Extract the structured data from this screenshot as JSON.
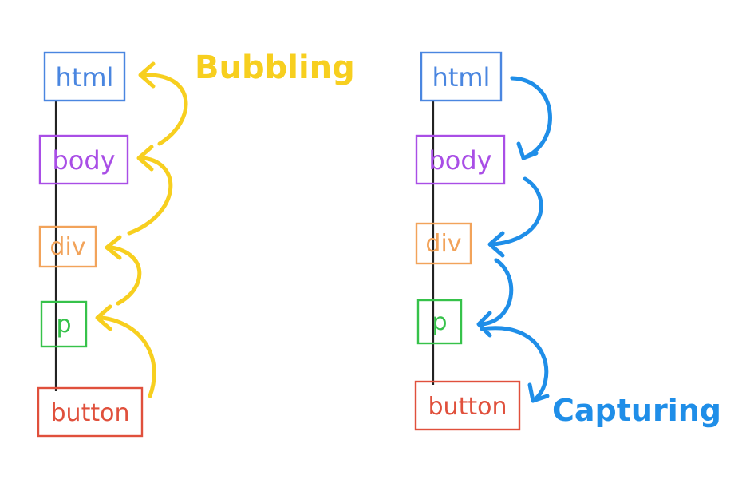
{
  "colors": {
    "html": "#4a86e0",
    "body": "#a94ee6",
    "div": "#f2a35a",
    "p": "#36c24a",
    "button": "#e0503c",
    "bubbling": "#f7cf1f",
    "capturing": "#1f8ee8",
    "connector": "#222222"
  },
  "bubbling": {
    "title": "Bubbling",
    "nodes": [
      {
        "key": "html",
        "label": "html",
        "color_key": "html"
      },
      {
        "key": "body",
        "label": "body",
        "color_key": "body"
      },
      {
        "key": "div",
        "label": "div",
        "color_key": "div"
      },
      {
        "key": "p",
        "label": "p",
        "color_key": "p"
      },
      {
        "key": "button",
        "label": "button",
        "color_key": "button"
      }
    ]
  },
  "capturing": {
    "title": "Capturing",
    "nodes": [
      {
        "key": "html",
        "label": "html",
        "color_key": "html"
      },
      {
        "key": "body",
        "label": "body",
        "color_key": "body"
      },
      {
        "key": "div",
        "label": "div",
        "color_key": "div"
      },
      {
        "key": "p",
        "label": "p",
        "color_key": "p"
      },
      {
        "key": "button",
        "label": "button",
        "color_key": "button"
      }
    ]
  }
}
